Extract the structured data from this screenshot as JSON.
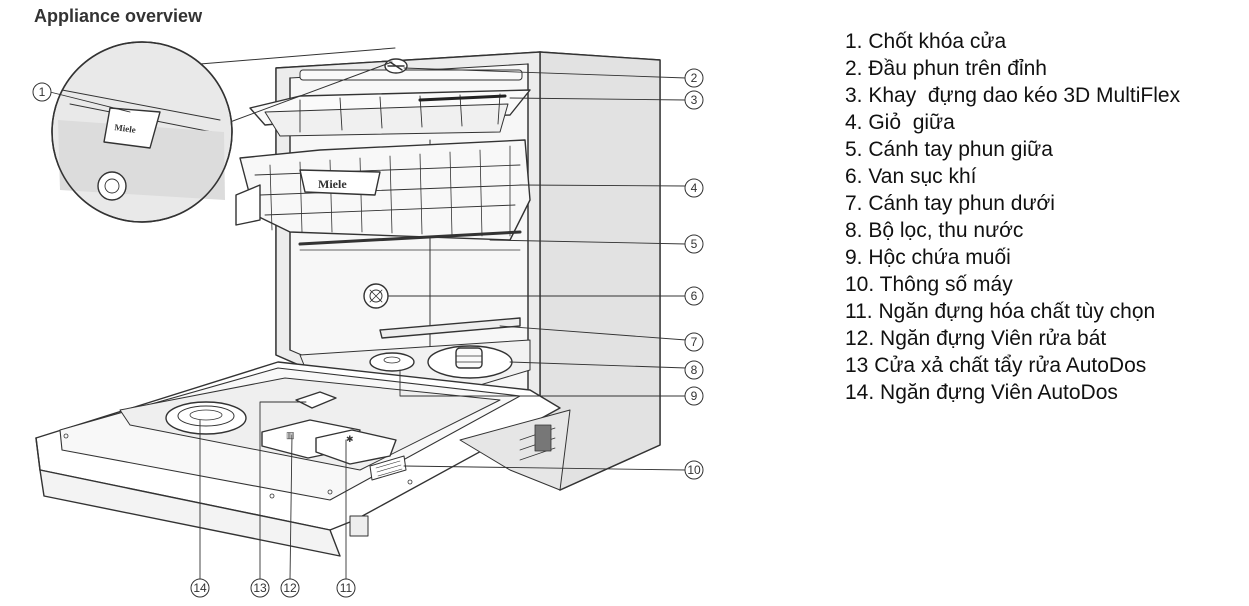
{
  "title": "Appliance overview",
  "brand": "Miele",
  "callouts": [
    "1",
    "2",
    "3",
    "4",
    "5",
    "6",
    "7",
    "8",
    "9",
    "10",
    "11",
    "12",
    "13",
    "14"
  ],
  "legend": [
    "1. Chốt khóa cửa",
    "2. Đầu phun trên đỉnh",
    "3. Khay  đựng dao kéo 3D MultiFlex",
    "4. Giỏ  giữa",
    "5. Cánh tay phun giữa",
    "6. Van sục khí",
    "7. Cánh tay phun dưới",
    "8. Bộ lọc, thu nước",
    "9. Hộc chứa muối",
    "10. Thông số máy",
    "11. Ngăn đựng hóa chất tùy chọn",
    "12. Ngăn đựng Viên rửa bát",
    "13 Cửa xả chất tẩy rửa AutoDos",
    "14. Ngăn đựng Viên AutoDos"
  ]
}
